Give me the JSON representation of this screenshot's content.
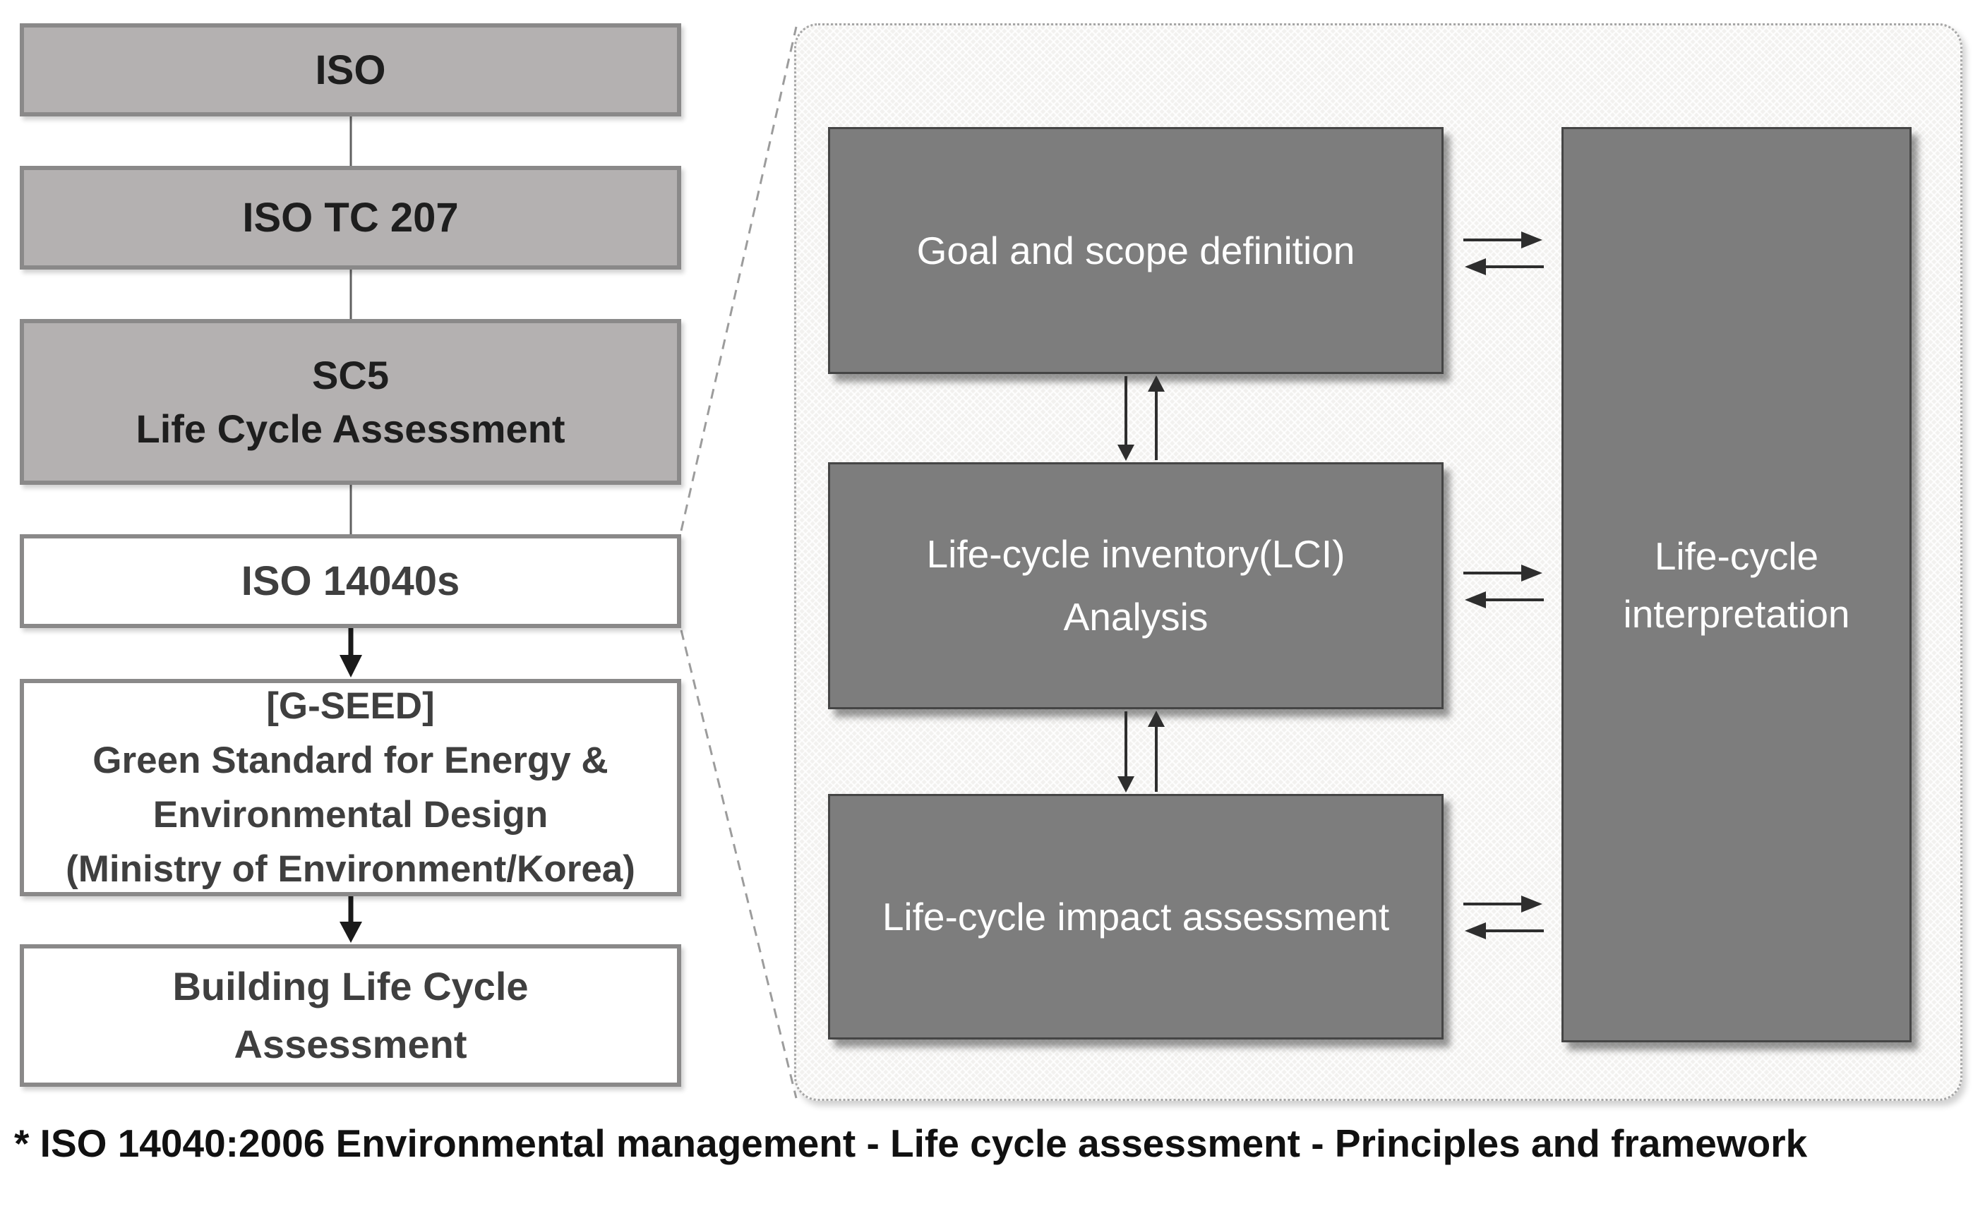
{
  "title": "ISO LCA framework diagram",
  "colors": {
    "gray_box_fill": "#b4b1b1",
    "box_border": "#8a8989",
    "white_box_fill": "#ffffff",
    "dark_box_fill": "#7d7d7d",
    "dark_box_text": "#ffffff",
    "panel_bg": "#f2f1ef",
    "connector_gray": "#9c9c9c",
    "arrow_black": "#1a1a1a",
    "panel_arrow": "#2e2e2e"
  },
  "left_flow": {
    "boxes": [
      {
        "label": "ISO",
        "variant": "gray"
      },
      {
        "label": "ISO TC 207",
        "variant": "gray"
      },
      {
        "label": "SC5\nLife Cycle Assessment",
        "variant": "gray"
      },
      {
        "label": "ISO 14040s",
        "variant": "white"
      },
      {
        "label": "[G-SEED]\nGreen Standard for Energy &\nEnvironmental Design\n(Ministry of Environment/Korea)",
        "variant": "white"
      },
      {
        "label": "Building Life Cycle\nAssessment",
        "variant": "white"
      }
    ]
  },
  "lca_panel": {
    "goal_label": "Goal and scope definition",
    "lci_label": "Life-cycle inventory(LCI)\nAnalysis",
    "impact_label": "Life-cycle impact assessment",
    "interpretation_label": "Life-cycle\ninterpretation"
  },
  "footnote": {
    "text": "* ISO 14040:2006 Environmental management - Life cycle assessment - Principles and framework"
  }
}
